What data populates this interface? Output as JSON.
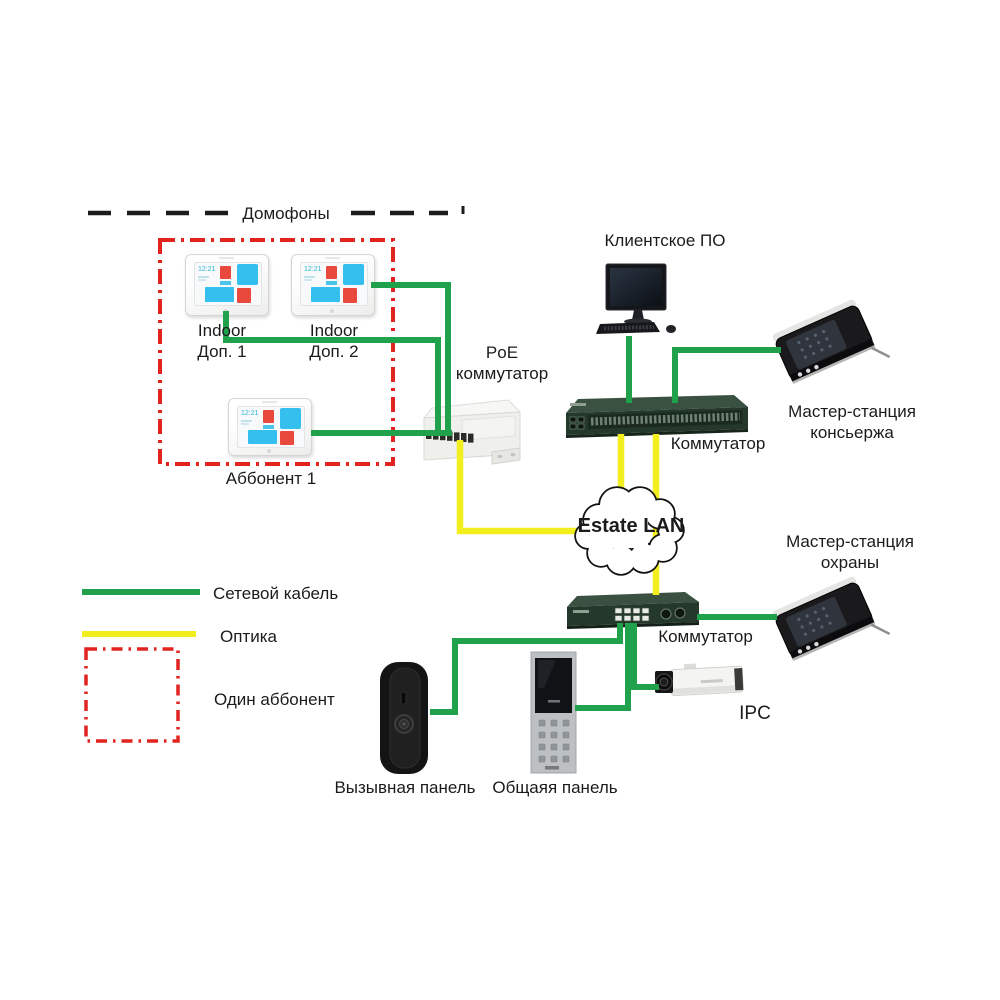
{
  "colors": {
    "network_cable_green": "#20a24c",
    "optic_yellow": "#f3ee1e",
    "subscriber_red": "#e1241f",
    "divider_black": "#1c1c1c"
  },
  "group": {
    "top_divider_label": "Домофоны"
  },
  "devices": {
    "indoor1": {
      "name": "Indoor",
      "sub": "Доп. 1",
      "screen_clock": "12:21"
    },
    "indoor2": {
      "name": "Indoor",
      "sub": "Доп. 2",
      "screen_clock": "12:21"
    },
    "subscriber_monitor": {
      "label": "Аббонент 1",
      "screen_clock": "12:21"
    },
    "poe_switch": {
      "label_line1": "PoE",
      "label_line2": "коммутатор"
    },
    "client_pc": {
      "label": "Клиентское ПО"
    },
    "core_switch": {
      "label": "Коммутатор"
    },
    "master_concierge": {
      "label_line1": "Мастер-станция",
      "label_line2": "консьержа"
    },
    "estate_lan": {
      "label": "Estate LAN"
    },
    "master_security": {
      "label_line1": "Мастер-станция",
      "label_line2": "охраны"
    },
    "access_switch": {
      "label": "Коммутатор"
    },
    "call_panel": {
      "label": "Вызывная панель"
    },
    "common_panel": {
      "label": "Общаяя панель"
    },
    "ipc": {
      "label": "IPC"
    }
  },
  "legend": {
    "network_cable": "Сетевой кабель",
    "optic": "Оптика",
    "one_subscriber": "Один аббонент"
  }
}
